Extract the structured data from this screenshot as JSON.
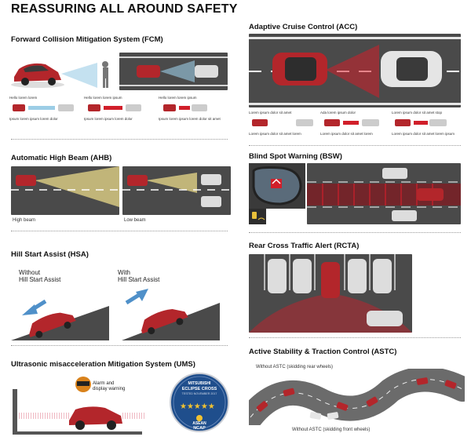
{
  "title": "REASSURING ALL AROUND SAFETY",
  "sections": {
    "fcm": {
      "title": "Forward Collision Mitigation System (FCM)",
      "captions": [
        "Hello lorem lorem",
        "Hello lorem lorem ipsum",
        "Hello lorem lorem ipsum"
      ],
      "sub_captions": [
        "Ipsum lorem ipsum lorem dolor",
        "Ipsum lorem ipsum lorem dolor",
        "Ipsum lorem ipsum lorem dolor sit amet"
      ]
    },
    "ahb": {
      "title": "Automatic High Beam (AHB)",
      "labels": [
        "High beam",
        "Low beam"
      ]
    },
    "hsa": {
      "title": "Hill Start Assist (HSA)",
      "without": "Without\nHill Start Assist",
      "with": "With\nHill Start Assist"
    },
    "ums": {
      "title": "Ultrasonic misacceleration Mitigation System (UMS)",
      "warning": "Alarm and\ndisplay warning"
    },
    "badge": {
      "line1": "MITSUBISHI",
      "line2": "ECLIPSE CROSS",
      "line3": "TESTED NOVEMBER 2017",
      "brand1": "ASEAN",
      "brand2": "NCAP",
      "stars": 5
    },
    "acc": {
      "title": "Adaptive Cruise Control (ACC)",
      "captions": [
        "Lorem ipsum dolor sit amet",
        "Ada lorem ipsum dolor",
        "Lorem ipsum dolor sit amet stop"
      ],
      "sub_captions": [
        "Lorem ipsum dolor sit amet lorem",
        "Lorem ipsum dolor sit amet lorem",
        "Lorem ipsum dolor sit amet lorem ipsum"
      ]
    },
    "bsw": {
      "title": "Blind Spot Warning (BSW)"
    },
    "rcta": {
      "title": "Rear Cross Traffic Alert (RCTA)"
    },
    "astc": {
      "title": "Active Stability & Traction Control (ASTC)",
      "label_rear": "Without ASTC (skidding rear wheels)",
      "label_front": "Without ASTC (skidding front wheels)"
    }
  },
  "colors": {
    "car_red": "#b3262b",
    "road": "#4a4a4a",
    "warning_red": "#d11f2a",
    "beam_yellow": "#e9d98a",
    "arrow_blue": "#4f90c9",
    "badge_blue": "#1f4e8c"
  }
}
